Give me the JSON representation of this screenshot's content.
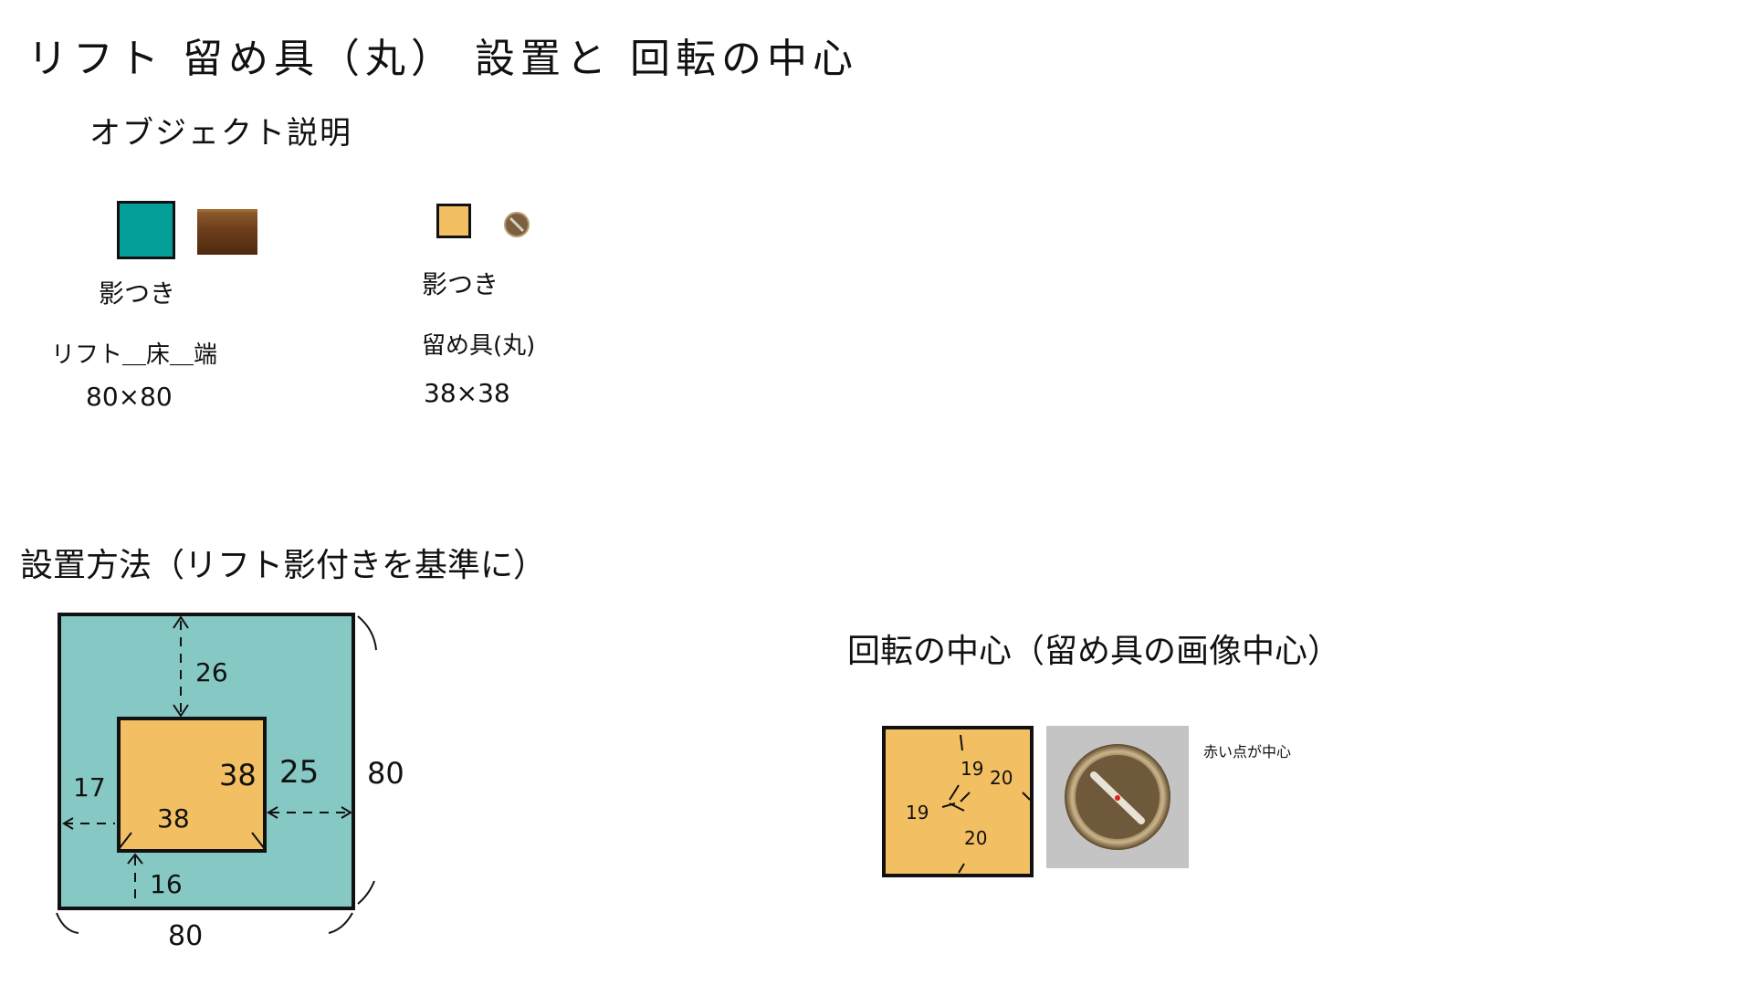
{
  "title": "リフト 留め具（丸） 設置と 回転の中心",
  "object_section": {
    "heading": "オブジェクト説明",
    "items": [
      {
        "tag": "影つき",
        "name": "リフト＿床＿端",
        "size": "80×80",
        "color_main": "#049e98",
        "color_alt": "#6e3f1a"
      },
      {
        "tag": "影つき",
        "name": "留め具(丸)",
        "size": "38×38",
        "color_main": "#f3bf63",
        "color_alt": "#6e5a3a"
      }
    ]
  },
  "placement_section": {
    "heading": "設置方法（リフト影付きを基準に）",
    "outer_color": "#86c8c4",
    "inner_color": "#f3bf63",
    "dims": {
      "top": "26",
      "left": "17",
      "right": "25",
      "bottom": "16",
      "inner_w": "38",
      "inner_h": "38",
      "outer_w": "80",
      "outer_h": "80"
    }
  },
  "rotation_section": {
    "heading": "回転の中心（留め具の画像中心）",
    "note": "赤い点が中心",
    "dims": {
      "a": "19",
      "b": "20",
      "c": "19",
      "d": "20"
    },
    "center_color": "#e02020"
  }
}
